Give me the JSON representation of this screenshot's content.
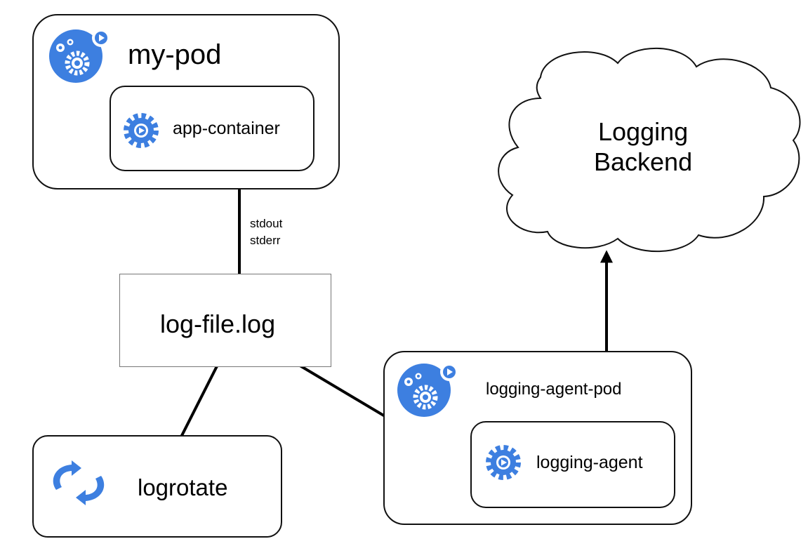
{
  "colors": {
    "icon_blue": "#3d7fe0",
    "line": "#000000",
    "log_box_border": "#777777"
  },
  "my_pod": {
    "title": "my-pod",
    "icon": "pod-gears-icon"
  },
  "app_container": {
    "label": "app-container",
    "icon": "container-gear-icon"
  },
  "stream_label": {
    "line1": "stdout",
    "line2": "stderr"
  },
  "log_file": {
    "label": "log-file.log"
  },
  "logrotate": {
    "label": "logrotate",
    "icon": "rotate-arrows-icon"
  },
  "logging_backend": {
    "line1": "Logging",
    "line2": "Backend"
  },
  "logging_agent_pod": {
    "title": "logging-agent-pod",
    "icon": "pod-gears-icon"
  },
  "logging_agent": {
    "label": "logging-agent",
    "icon": "container-gear-icon"
  }
}
